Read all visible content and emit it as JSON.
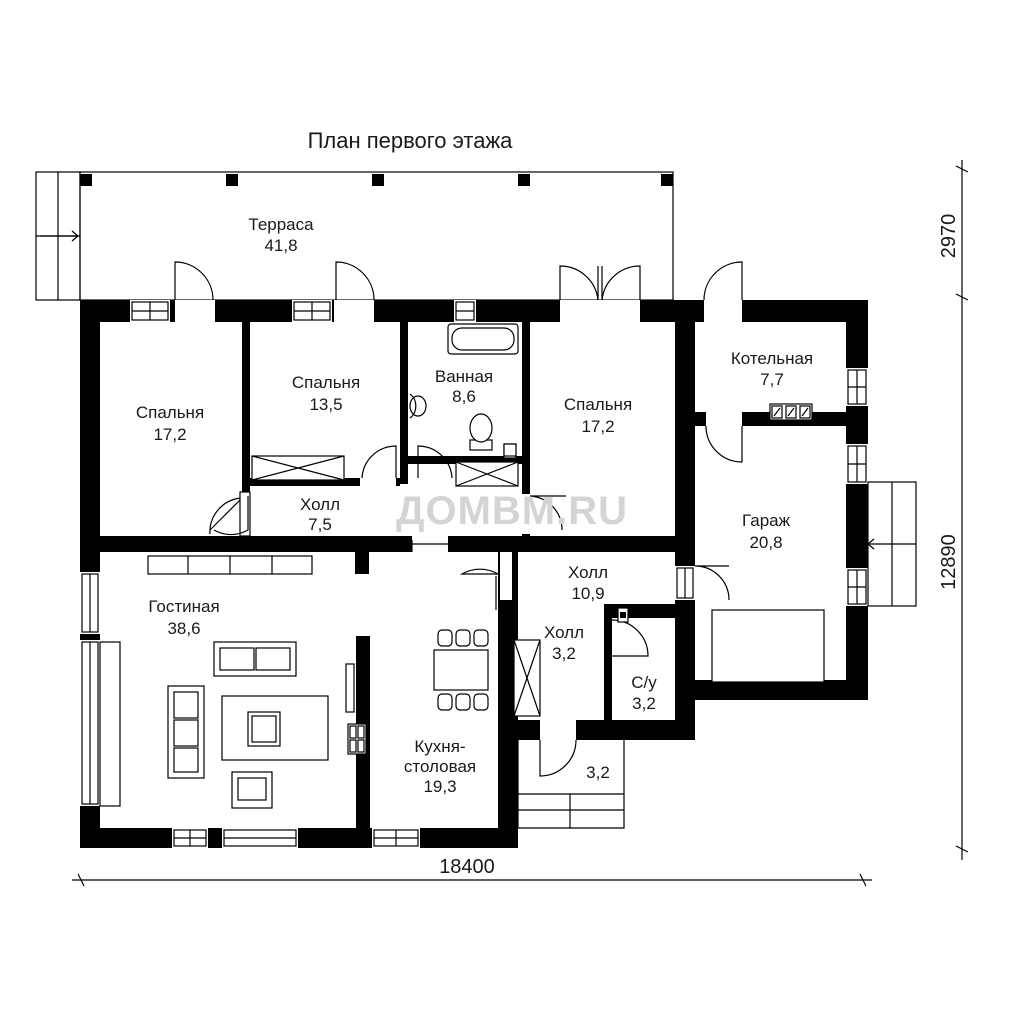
{
  "plan": {
    "title": "План первого этажа",
    "watermark": "ДОМВМ.RU"
  },
  "rooms": [
    {
      "id": "terrace",
      "name": "Терраса",
      "area": "41,8"
    },
    {
      "id": "bedroom1",
      "name": "Спальня",
      "area": "17,2"
    },
    {
      "id": "bedroom2",
      "name": "Спальня",
      "area": "13,5"
    },
    {
      "id": "bathroom",
      "name": "Ванная",
      "area": "8,6"
    },
    {
      "id": "bedroom3",
      "name": "Спальня",
      "area": "17,2"
    },
    {
      "id": "boiler",
      "name": "Котельная",
      "area": "7,7"
    },
    {
      "id": "hall1",
      "name": "Холл",
      "area": "7,5"
    },
    {
      "id": "garage",
      "name": "Гараж",
      "area": "20,8"
    },
    {
      "id": "living",
      "name": "Гостиная",
      "area": "38,6"
    },
    {
      "id": "hall2",
      "name": "Холл",
      "area": "10,9"
    },
    {
      "id": "hall3",
      "name": "Холл",
      "area": "3,2"
    },
    {
      "id": "wc",
      "name": "С/у",
      "area": "3,2"
    },
    {
      "id": "kitchen",
      "name1": "Кухня-",
      "name2": "столовая",
      "area": "19,3"
    },
    {
      "id": "porch",
      "area": "3,2"
    }
  ],
  "dimensions": {
    "width": "18400",
    "depth_terrace": "2970",
    "depth_house": "12890"
  }
}
